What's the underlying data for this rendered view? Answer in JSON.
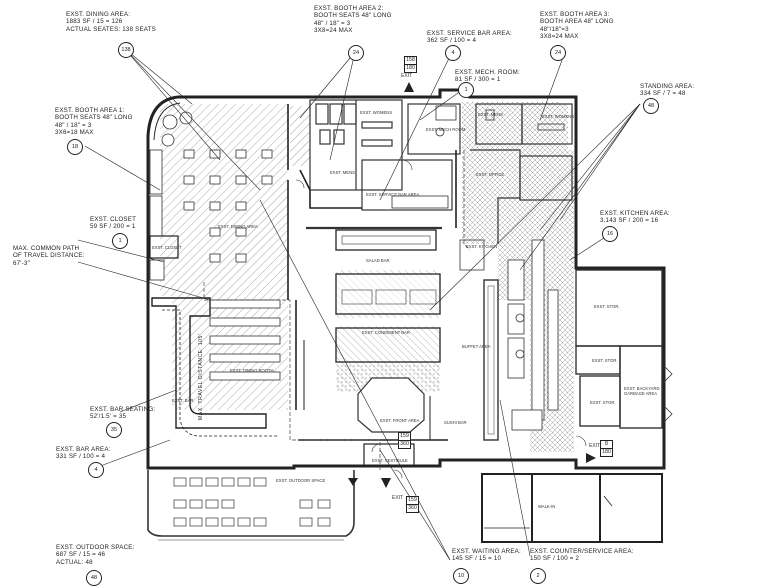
{
  "callouts": [
    {
      "id": "dining",
      "lines": [
        "EXST. DINING AREA:",
        "1883 SF / 15 = 126",
        "ACTUAL SEATES: 138 SEATS"
      ],
      "badge": "138"
    },
    {
      "id": "booth2",
      "lines": [
        "EXST. BOOTH AREA 2:",
        "BOOTH SEATS 48\" LONG",
        "48\" / 18\" = 3",
        "3X8=24 MAX"
      ],
      "badge": "24"
    },
    {
      "id": "servicebar",
      "lines": [
        "EXST. SERVICE BAR AREA:",
        "362 SF / 100 = 4"
      ],
      "badge": "4"
    },
    {
      "id": "booth3",
      "lines": [
        "EXST. BOOTH AREA 3:",
        "BOOTH AREA 48\" LONG",
        "48\"/18\"=3",
        "3X8=24 MAX"
      ],
      "badge": "24"
    },
    {
      "id": "mech",
      "lines": [
        "EXST. MECH. ROOM:",
        "81 SF / 300 = 1"
      ],
      "badge": "1"
    },
    {
      "id": "standing",
      "lines": [
        "STANDING AREA:",
        "334 SF / 7 = 48"
      ],
      "badge": "48"
    },
    {
      "id": "booth1",
      "lines": [
        "EXST. BOOTH AREA 1:",
        "BOOTH SEATS 48\" LONG",
        "48\" / 18\" = 3",
        "3X6=18 MAX"
      ],
      "badge": "18"
    },
    {
      "id": "closet",
      "lines": [
        "EXST. CLOSET",
        "59 SF / 200 = 1"
      ],
      "badge": "1"
    },
    {
      "id": "kitchen",
      "lines": [
        "EXST. KITCHEN AREA:",
        "3,143 SF / 200 = 16"
      ],
      "badge": "16"
    },
    {
      "id": "travel",
      "lines": [
        "MAX. COMMON PATH",
        "OF TRAVEL DISTANCE:",
        "67'-3\""
      ],
      "badge": ""
    },
    {
      "id": "barseating",
      "lines": [
        "EXST. BAR SEATING:",
        "52'/1.5' = 35"
      ],
      "badge": "35"
    },
    {
      "id": "bar",
      "lines": [
        "EXST. BAR AREA:",
        "331 SF / 100 = 4"
      ],
      "badge": "4"
    },
    {
      "id": "outdoor",
      "lines": [
        "EXST. OUTDOOR SPACE:",
        "687 SF / 15 = 46",
        "ACTUAL: 48"
      ],
      "badge": "48"
    },
    {
      "id": "waiting",
      "lines": [
        "EXST. WAITING AREA:",
        "145 SF / 15 = 10"
      ],
      "badge": "10"
    },
    {
      "id": "counter",
      "lines": [
        "EXST. COUNTER/SERVICE AREA:",
        "150 SF / 100 = 2"
      ],
      "badge": "2"
    }
  ],
  "exits": [
    {
      "id": "exit-top",
      "label": "EXIT",
      "top": "158",
      "bottom": "180"
    },
    {
      "id": "exit-right",
      "label": "EXIT",
      "top": "8",
      "bottom": "180"
    },
    {
      "id": "exit-lobby",
      "label": "",
      "top": "159",
      "bottom": "360"
    },
    {
      "id": "exit-bottom",
      "label": "EXIT",
      "top": "159",
      "bottom": "360"
    }
  ],
  "rooms": {
    "womens_left": "EXST. WOMENS",
    "mens_left": "EXST. MENS",
    "service_bar": "EXST. SERVICE BAR AREA",
    "mech_room": "EXST. MECH ROOM",
    "mens_right": "EXST. MENS",
    "womens_right": "EXST. WOMENS",
    "office": "EXST. OFFICE",
    "closet": "EXST. CLOSET",
    "dining": "EXST. DINING AREA",
    "salad_bar": "SALAD BAR",
    "kitchen": "EXST. KITCHEN",
    "condiment": "EXST. CONDIMENT BAR",
    "buffet": "BUFFET AREA",
    "dining_booth": "EXST. DINING BOOTH",
    "bar": "EXST. BAR",
    "front_area": "EXST. FRONT AREA",
    "sushi_bar": "SUSHI BAR",
    "lobby": "EXST. VESTIBULE",
    "outdoor": "EXST. OUTDOOR SPACE",
    "stor1": "EXST. STOR.",
    "stor2": "EXST. STOR.",
    "stor3": "EXST. STOR.",
    "backyard": "EXST. BACKYARD GARBAGE AREA",
    "walk_in": "WALK-IN",
    "travel_path": "MAX. TRAVEL DISTANCE: 105'"
  }
}
